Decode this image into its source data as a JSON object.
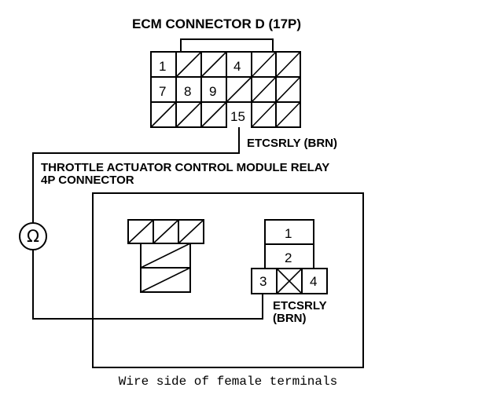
{
  "ecm_connector": {
    "title": "ECM CONNECTOR D (17P)",
    "pins": {
      "p1": "1",
      "p4": "4",
      "p7": "7",
      "p8": "8",
      "p9": "9",
      "p15": "15"
    },
    "wire_label": "ETCSRLY (BRN)"
  },
  "relay": {
    "title_line1": "THROTTLE ACTUATOR CONTROL MODULE RELAY",
    "title_line2": "4P CONNECTOR",
    "pins": {
      "p1": "1",
      "p2": "2",
      "p3": "3",
      "p4": "4"
    },
    "wire_label_line1": "ETCSRLY",
    "wire_label_line2": "(BRN)"
  },
  "ohmmeter": {
    "symbol": "Ω",
    "icon": "ohmmeter-icon"
  },
  "caption": "Wire side of female terminals"
}
